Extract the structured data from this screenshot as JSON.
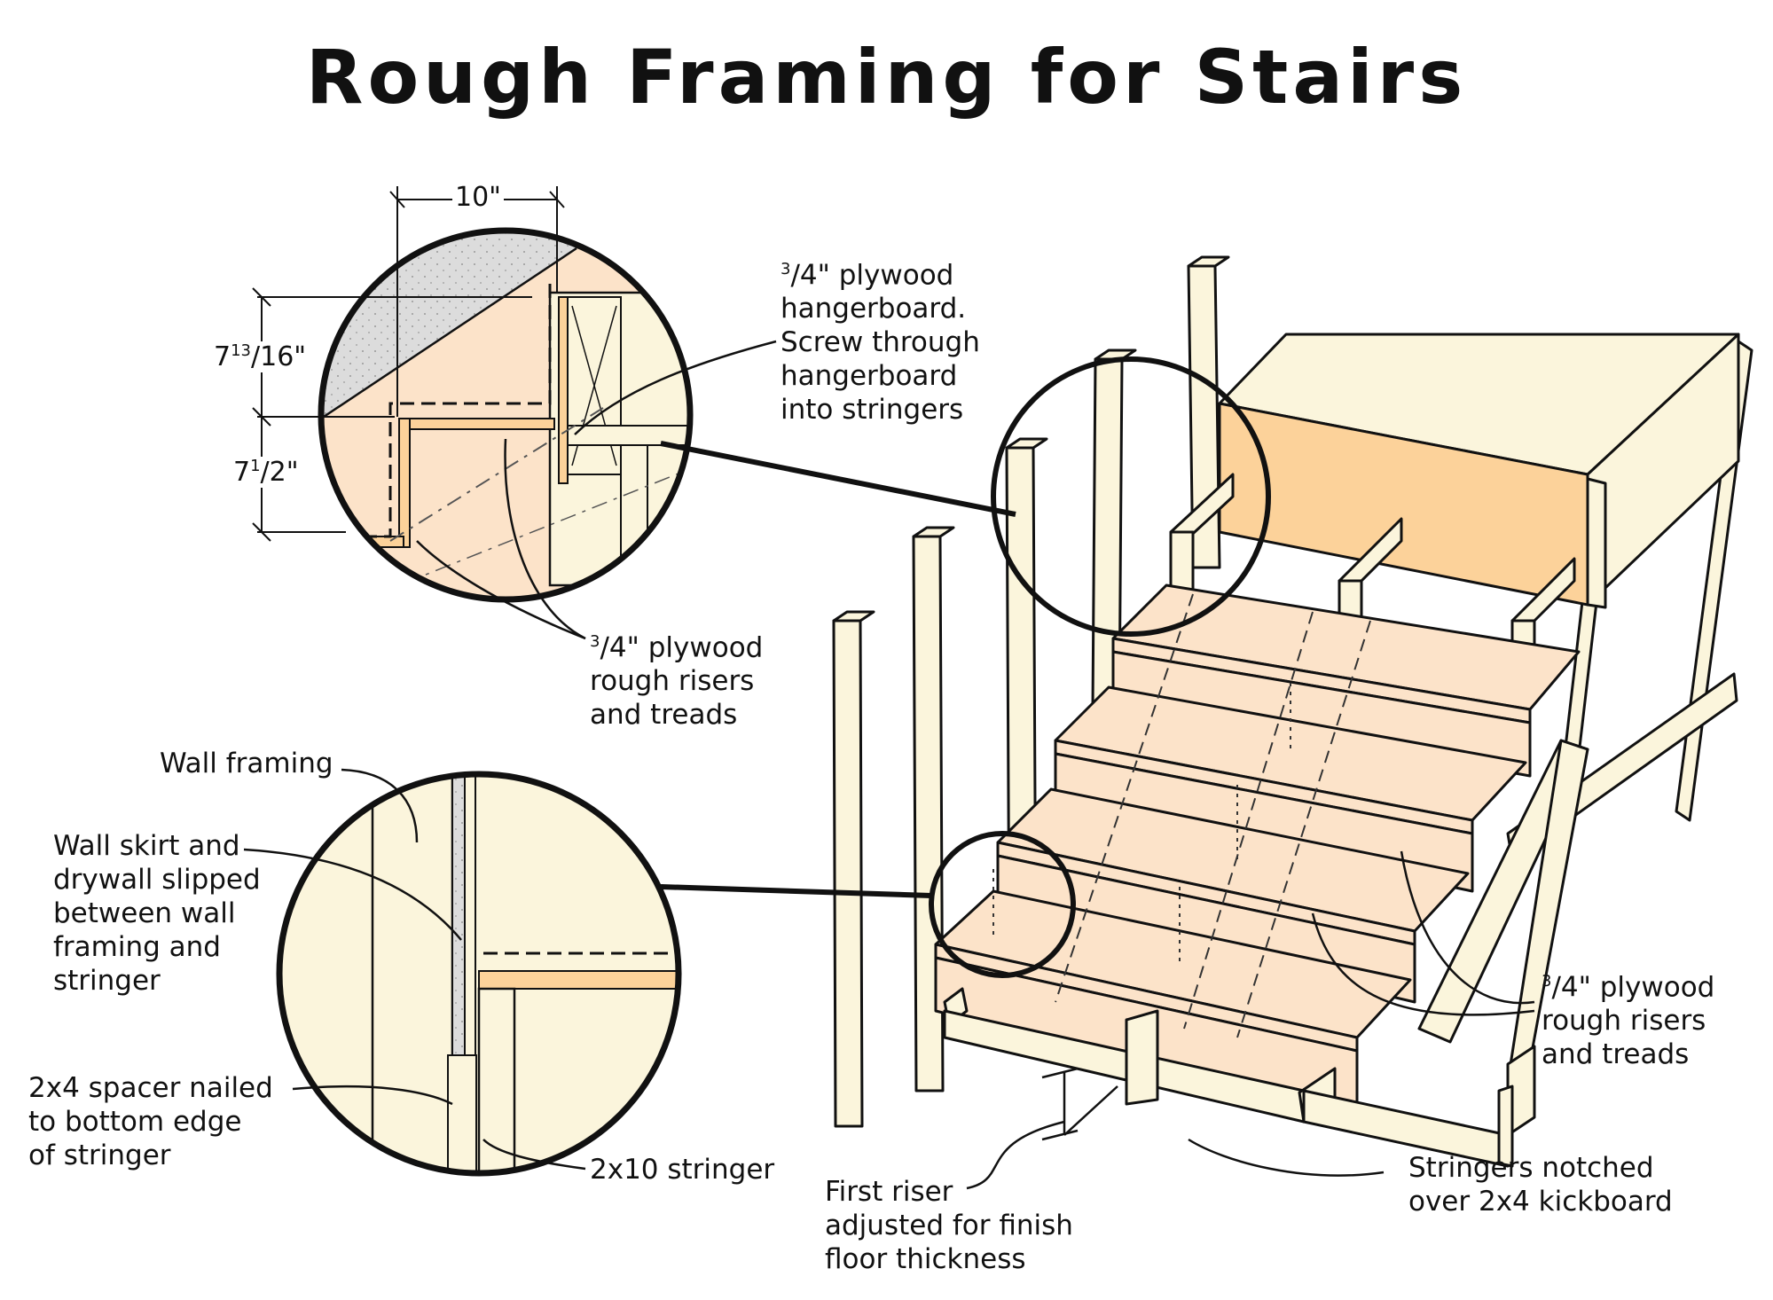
{
  "title": "Rough Framing for Stairs",
  "dimensions": {
    "tread_width": "10\"",
    "upper_rise_whole": "7",
    "upper_rise_num": "13",
    "upper_rise_den": "/16\"",
    "lower_rise_whole": "7",
    "lower_rise_num": "1",
    "lower_rise_den": "/2\""
  },
  "labels": {
    "hangerboard_frac": "3",
    "hangerboard": "/4\" plywood\nhangerboard.\nScrew through\nhangerboard\ninto stringers",
    "risers_detail_frac": "3",
    "risers_detail": "/4\" plywood\nrough risers\nand treads",
    "wall_framing": "Wall framing",
    "wall_skirt": "Wall skirt and\ndrywall slipped\nbetween wall\nframing and\nstringer",
    "spacer": "2x4 spacer nailed\nto bottom edge\nof stringer",
    "stringer": "2x10 stringer",
    "first_riser": "First riser\nadjusted for finish\nfloor thickness",
    "kickboard": "Stringers notched\nover 2x4 kickboard",
    "risers_main_frac": "3",
    "risers_main": "/4\" plywood\nrough risers\nand treads"
  },
  "colors": {
    "lumber": "#fbf5dc",
    "plywood": "#fce3c9",
    "hangerboard": "#fcd29a",
    "concrete": "#d9d9d9",
    "outline": "#111111"
  }
}
